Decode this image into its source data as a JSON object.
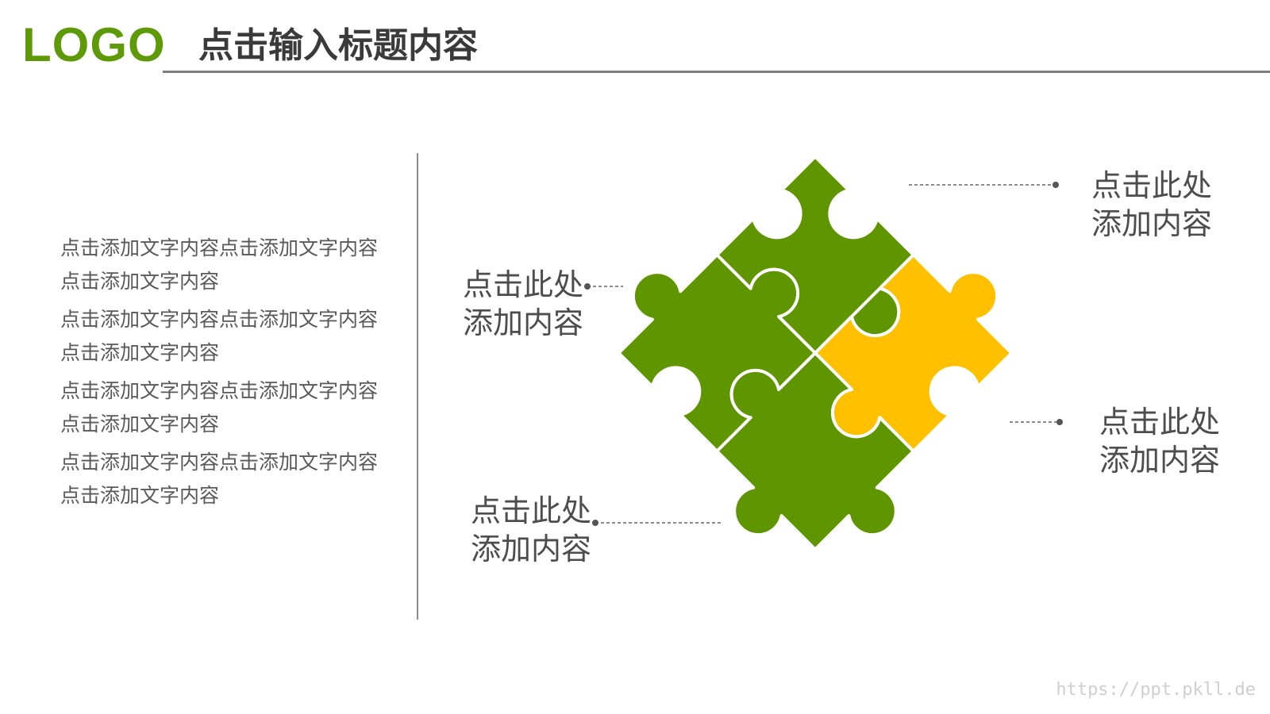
{
  "header": {
    "logo": "LOGO",
    "title": "点击输入标题内容"
  },
  "paragraphs": [
    "点击添加文字内容点击添加文字内容点击添加文字内容",
    "点击添加文字内容点击添加文字内容点击添加文字内容",
    "点击添加文字内容点击添加文字内容点击添加文字内容",
    "点击添加文字内容点击添加文字内容点击添加文字内容"
  ],
  "callouts": {
    "top_right": "点击此处添加内容",
    "left": "点击此处添加内容",
    "bottom_right": "点击此处添加内容",
    "bottom_left": "点击此处添加内容"
  },
  "puzzle": {
    "pieces": [
      {
        "id": "top",
        "color": "#5f9600"
      },
      {
        "id": "left",
        "color": "#5f9600"
      },
      {
        "id": "right",
        "color": "#ffc000"
      },
      {
        "id": "bottom",
        "color": "#5f9600"
      }
    ]
  },
  "colors": {
    "brand": "#5e9a08",
    "highlight": "#ffc000",
    "rule": "#7f7f7f"
  },
  "watermark": "https://ppt.pkll.de"
}
